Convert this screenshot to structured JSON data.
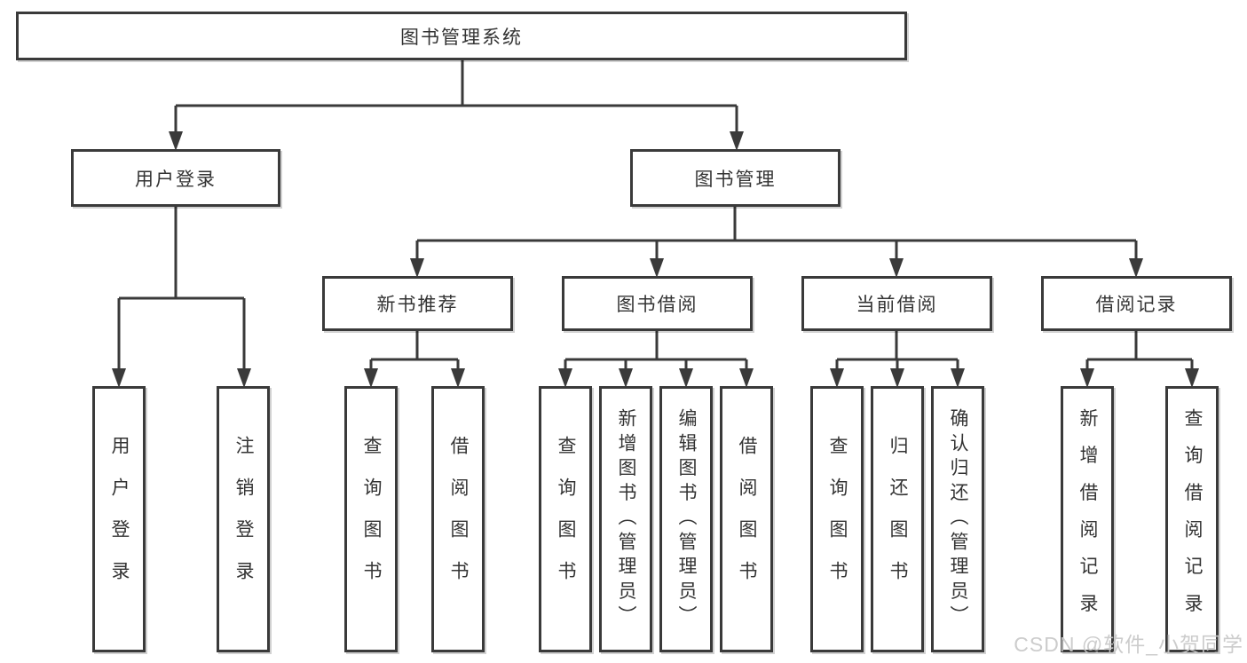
{
  "tree": {
    "root": {
      "label": "图书管理系统"
    },
    "branches": [
      {
        "label": "用户登录",
        "children": [
          {
            "label": "用户登录"
          },
          {
            "label": "注销登录"
          }
        ]
      },
      {
        "label": "图书管理",
        "children": [
          {
            "label": "新书推荐",
            "children": [
              {
                "label": "查询图书"
              },
              {
                "label": "借阅图书"
              }
            ]
          },
          {
            "label": "图书借阅",
            "children": [
              {
                "label": "查询图书"
              },
              {
                "label": "新增图书（管理员）"
              },
              {
                "label": "编辑图书（管理员）"
              },
              {
                "label": "借阅图书"
              }
            ]
          },
          {
            "label": "当前借阅",
            "children": [
              {
                "label": "查询图书"
              },
              {
                "label": "归还图书"
              },
              {
                "label": "确认归还（管理员）"
              }
            ]
          },
          {
            "label": "借阅记录",
            "children": [
              {
                "label": "新增借阅记录"
              },
              {
                "label": "查询借阅记录"
              }
            ]
          }
        ]
      }
    ]
  },
  "watermark": {
    "text": "CSDN @软件_小贺同学"
  },
  "colors": {
    "line": "#3a3a3a",
    "text": "#333333",
    "background": "#ffffff",
    "watermark": "#c8c8c8"
  }
}
